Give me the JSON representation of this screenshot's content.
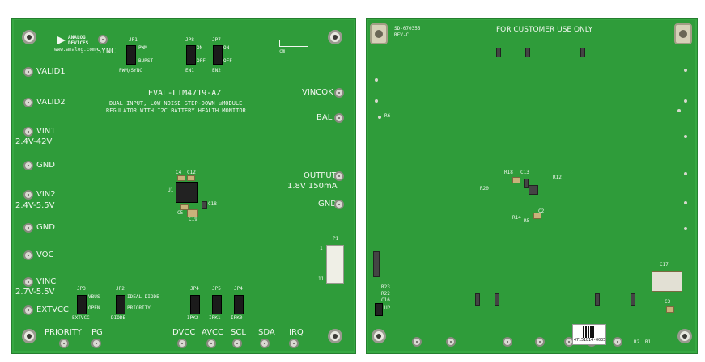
{
  "front": {
    "logo": {
      "line1": "ANALOG",
      "line2": "DEVICES",
      "url": "www.analog.com"
    },
    "title": "EVAL-LTM4719-AZ",
    "subtitle_line1": "DUAL INPUT, LOW NOISE STEP-DOWN uMODULE",
    "subtitle_line2": "REGULATOR WITH I2C BATTERY HEALTH MONITOR",
    "left_terminals": [
      {
        "label": "VALID1"
      },
      {
        "label": "VALID2"
      },
      {
        "label": "VIN1"
      },
      {
        "label": "2.4V-42V"
      },
      {
        "label": "GND"
      },
      {
        "label": "VIN2"
      },
      {
        "label": "2.4V-5.5V"
      },
      {
        "label": "GND"
      },
      {
        "label": "VOC"
      },
      {
        "label": "VINC"
      },
      {
        "label": "2.7V-5.5V"
      },
      {
        "label": "EXTVCC"
      }
    ],
    "right_terminals": [
      {
        "label": "VINCOK"
      },
      {
        "label": "BAL"
      },
      {
        "label": "OUTPUT"
      },
      {
        "label": "1.8V 150mA"
      },
      {
        "label": "GND"
      }
    ],
    "bottom_terminals": [
      "PRIORITY",
      "PG",
      "DVCC",
      "AVCC",
      "SCL",
      "SDA",
      "IRQ"
    ],
    "sync_label": "SYNC",
    "jumpers_top": [
      {
        "ref": "JP1",
        "opt1": "PWM",
        "opt2": "BURST",
        "name": "PWM/SYNC"
      },
      {
        "ref": "JP8",
        "opt1": "ON",
        "opt2": "OFF",
        "name": "EN1"
      },
      {
        "ref": "JP7",
        "opt1": "ON",
        "opt2": "OFF",
        "name": "EN2"
      }
    ],
    "jumpers_bottom": [
      {
        "ref": "JP3",
        "opt1": "VBUS",
        "opt2": "OPEN",
        "name": "EXTVCC"
      },
      {
        "ref": "JP2",
        "opt1": "IDEAL DIODE",
        "opt2": "PRIORITY",
        "name": "DIODE"
      },
      {
        "ref": "JP4",
        "name": "IPK2"
      },
      {
        "ref": "JP5",
        "name": "IPK1"
      },
      {
        "ref": "JP4",
        "name": "IPK0"
      }
    ],
    "ruler_label": "cm",
    "center_refs": [
      "C4",
      "C12",
      "U1",
      "C5",
      "C18",
      "C19"
    ],
    "connector_ref": "P1",
    "connector_pins": [
      "1",
      "11"
    ]
  },
  "back": {
    "banner": "FOR CUSTOMER USE ONLY",
    "corner_label": "SD-070355",
    "rev_label": "REV-C",
    "center_refs": [
      "C13",
      "R12",
      "R18",
      "R20",
      "R14",
      "R5",
      "C2"
    ],
    "left_refs": [
      "R6",
      "R23",
      "R22",
      "C16",
      "U2"
    ],
    "c17_label": "C17",
    "c3_label": "C3",
    "bottom_refs": [
      "R2",
      "R1"
    ],
    "barcode_text": "47151814-0035"
  }
}
